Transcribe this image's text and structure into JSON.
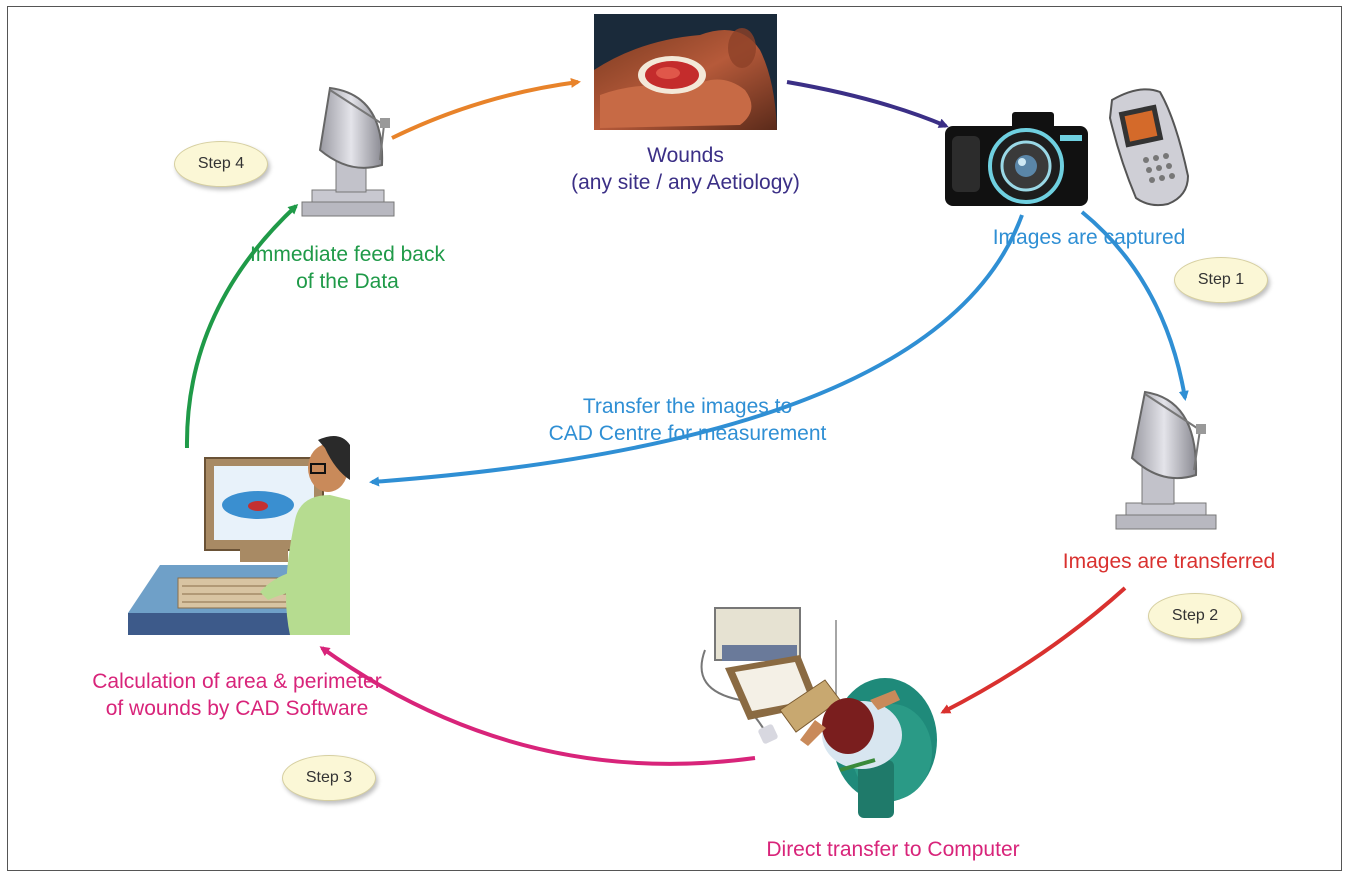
{
  "colors": {
    "orange": "#e8832a",
    "navy": "#3b2f86",
    "blue": "#2f8fd4",
    "red": "#d9312f",
    "magenta": "#d8247a",
    "green": "#1f9a48"
  },
  "nodes": {
    "wounds": {
      "line1": "Wounds",
      "line2": "(any site / any Aetiology)",
      "icon": "wound-photo"
    },
    "capture": {
      "label": "Images are captured",
      "icons": [
        "camera",
        "mobile-phone"
      ]
    },
    "transfer": {
      "label": "Images are transferred",
      "icon": "satellite-dish"
    },
    "direct": {
      "label": "Direct transfer to Computer",
      "icon": "person-at-computer-top-view"
    },
    "calc": {
      "line1": "Calculation of area & perimeter",
      "line2": "of wounds by CAD Software",
      "icon": "person-at-computer"
    },
    "feedback": {
      "line1": "Immediate feed back",
      "line2": "of the Data",
      "icon": "satellite-dish"
    },
    "cad": {
      "line1": "Transfer the images to",
      "line2": "CAD Centre for measurement"
    }
  },
  "steps": [
    "Step 1",
    "Step 2",
    "Step 3",
    "Step 4"
  ]
}
